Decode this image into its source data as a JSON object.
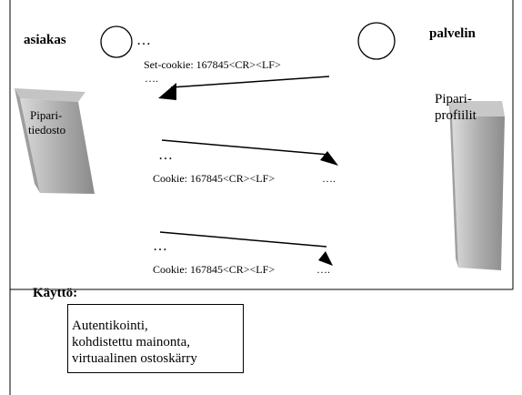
{
  "client": {
    "label": "asiakas",
    "ellipsis": "…"
  },
  "server": {
    "label": "palvelin"
  },
  "messages": {
    "set_cookie": "Set-cookie: 167845<CR><LF>",
    "set_cookie_trailing": "….",
    "request1_ellipsis": "…",
    "cookie1": "Cookie: 167845<CR><LF>",
    "cookie1_trailing": "….",
    "request2_ellipsis": "…",
    "cookie2": "Cookie: 167845<CR><LF>",
    "cookie2_trailing": "…."
  },
  "client_store": {
    "line1": "Pipari-",
    "line2": "tiedosto"
  },
  "server_store": {
    "line1": "Pipari-",
    "line2": "profiilit"
  },
  "usage": {
    "heading": "Käyttö:",
    "items": [
      "Autentikointi,",
      "kohdistettu mainonta,",
      "virtuaalinen ostoskärry"
    ]
  }
}
